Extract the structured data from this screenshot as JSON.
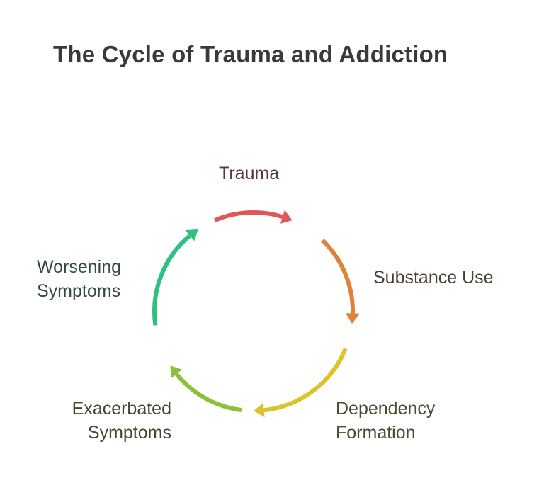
{
  "title": "The Cycle of Trauma and Addiction",
  "stages": [
    {
      "lines": [
        "Trauma"
      ],
      "color": "#e15759"
    },
    {
      "lines": [
        "Substance Use"
      ],
      "color": "#e0823a"
    },
    {
      "lines": [
        "Dependency",
        "Formation"
      ],
      "color": "#dcc32a"
    },
    {
      "lines": [
        "Exacerbated",
        "Symptoms"
      ],
      "color": "#8cbf3a"
    },
    {
      "lines": [
        "Worsening",
        "Symptoms"
      ],
      "color": "#2fbf7f"
    }
  ]
}
